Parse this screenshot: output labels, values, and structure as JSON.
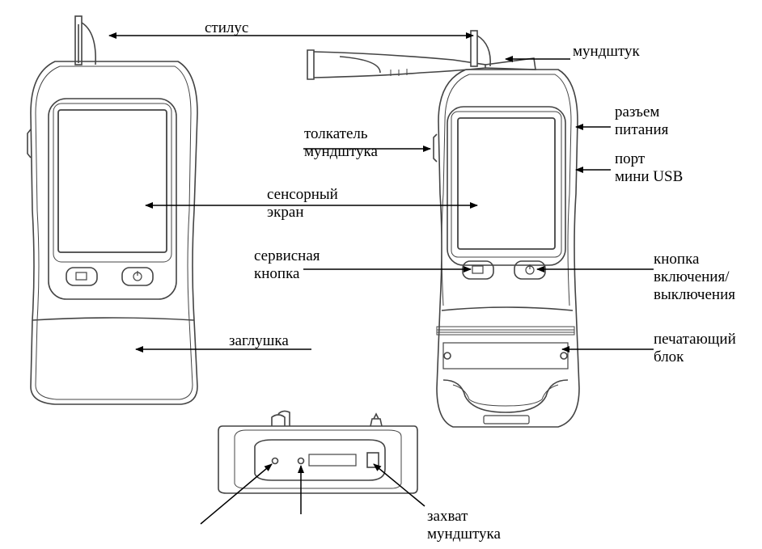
{
  "labels": {
    "stylus": "стилус",
    "mouthpiece": "мундштук",
    "power_connector": [
      "разъем",
      "питания"
    ],
    "mini_usb": [
      "порт",
      "мини USB"
    ],
    "mouthpiece_pusher": [
      "толкатель",
      "мундштука"
    ],
    "touch_screen": [
      "сенсорный",
      "экран"
    ],
    "service_button": [
      "сервисная",
      "кнопка"
    ],
    "power_button": [
      "кнопка",
      "включения/",
      "выключения"
    ],
    "plug": "заглушка",
    "print_unit": [
      "печатающий",
      "блок"
    ],
    "mouthpiece_holder": [
      "захват",
      "мундштука"
    ]
  },
  "colors": {
    "ink": "#000000",
    "body_stroke": "#444444",
    "paper": "#ffffff"
  },
  "icons": {
    "service": "square-icon",
    "power": "power-icon"
  }
}
